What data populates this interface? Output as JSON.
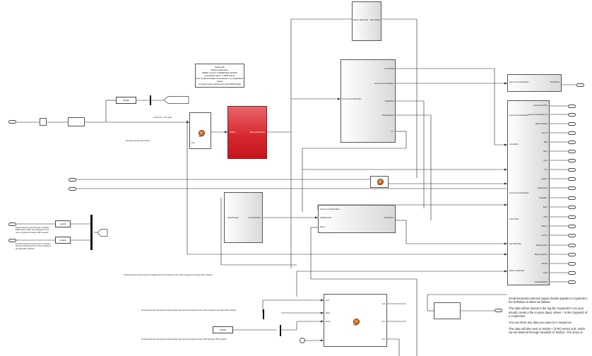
{
  "model_info": {
    "line1": "Model Info",
    "line2": "Model parameters:",
    "line3": "Matlab version: 9.6(R2019a) 2019.5b",
    "line4": "Coordinate frame: 4 NED Frame",
    "line5": "This model simulates the behavior of a quadcopter based",
    "line6": "on performance parameters and PWM inputs"
  },
  "labels": {
    "double_a": "double",
    "double_b": "double",
    "double_c": "double",
    "uint32": "uint32",
    "sfun_label_1": "sfun",
    "sfun_label_2": "Fcn",
    "sfun_label_3": "sfun",
    "input_label_1": "output the ~16 inputs",
    "input_label_2": "16-dimensional pwm inputs",
    "left_note_1": "8-dimensional external input of double: PWM value which are transferred from other programs through UDP network",
    "left_note_2": "12-dimensional external input of double that are transferred from other programs through UDP network",
    "mid_note_1": "9-dimensional external input of signals that are transferred from other programs through UDP network",
    "mid_note_2": "32-dimensional external input that signals that can be transferred from other programs through UDP network",
    "mid_note_3": "16-dimensional external input that signals that can be transferred from UDP through UDP network",
    "red_block_port_in": "PWM In",
    "red_block_port_out": "Battery Model Bus",
    "top_block_l": "Battery Model Bus",
    "top_block_r": "Other Model",
    "big1_in": "Environment Model Bus",
    "big1_o1": "SensorData",
    "big1_o2": "Environment Model Bus",
    "big1_o3": "NavHP Bus",
    "big1_o4": "Fail Model Bus",
    "big1_o5": "B",
    "mid_l": "NavHP Reset",
    "mid_r": "Fail Model Bus",
    "mid2_in1": "Environment Model Bus",
    "mid2_in2": "FailModel Bus",
    "mid2_in3": "Reset",
    "mid2_out": "NavHP Bus",
    "rt_top_l": "Environment Model Bus",
    "rt_top_r": "NavHP Bus",
    "rt_in1": "Environment Model Bus",
    "rt_in2": "SensorBus",
    "rt_in3": "Environment Model Bus",
    "rt_in4": "NavHP Bus",
    "rt_in5": "Fail Model Bus",
    "rt_in6": "Battery Model Bus",
    "bot_in1": "sfun",
    "bot_in2": "Wind",
    "bot_in3": "Force",
    "bot_out1": "Fail",
    "bot_out2": "Pos",
    "bot_out3": "Out",
    "right_outputs": [
      "Environment Bus",
      "EnvironmentModel Info",
      "BatteryVoltage",
      "Current",
      "Mag",
      "Baro",
      "Gyro",
      "Acc",
      "AngAcc",
      "AngleOutput",
      "EulerRPY",
      "Euler",
      "GPS",
      "Battery",
      "Control",
      "BatterySwitch",
      "BatteryCapacity",
      "NavHP",
      "sysID",
      "EstimatedMode"
    ],
    "big_note_p1": "32-dimensional external output double signals to CopterSim, the definition is listed as follows:",
    "big_note_p2": "The data will be stored in the log file CopterSim* csv (you should create a file to store data), where * is the CopterID of a CopterSim.",
    "big_note_p3": "You can store any data you want to in sequence",
    "big_note_p4": "The data will also sent to 30100 + (2*ID) series port, which can be listened through Simulink or Python. The struct is"
  }
}
